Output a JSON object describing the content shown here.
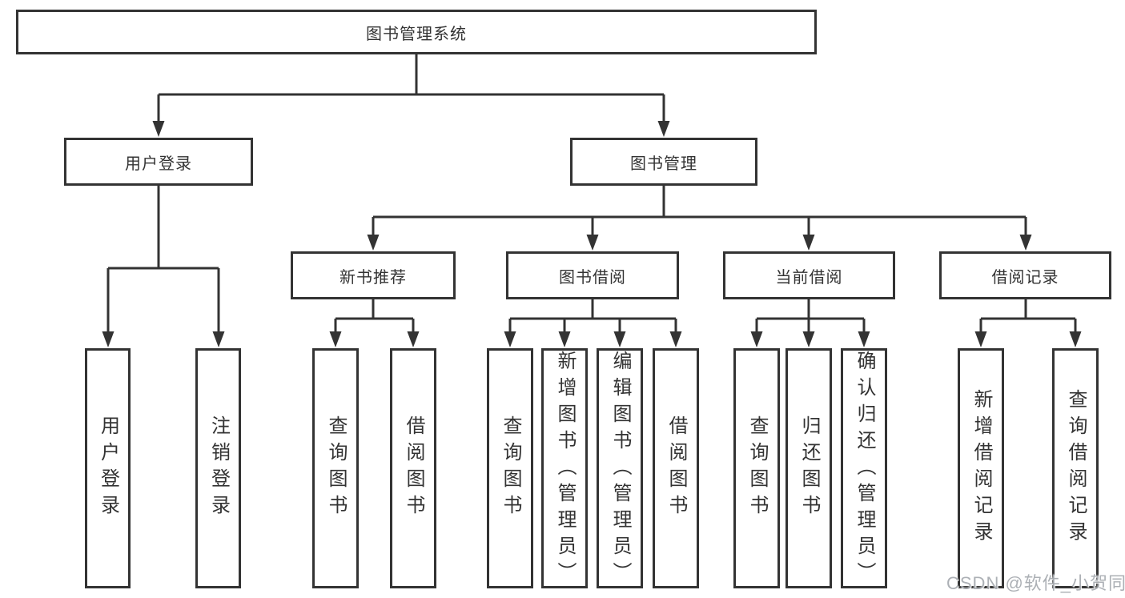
{
  "tree": {
    "root": {
      "label": "图书管理系统",
      "children": [
        {
          "label": "用户登录",
          "children": [
            {
              "label": "用户登录"
            },
            {
              "label": "注销登录"
            }
          ]
        },
        {
          "label": "图书管理",
          "children": [
            {
              "label": "新书推荐",
              "children": [
                {
                  "label": "查询图书"
                },
                {
                  "label": "借阅图书"
                }
              ]
            },
            {
              "label": "图书借阅",
              "children": [
                {
                  "label": "查询图书"
                },
                {
                  "label": "新增图书（管理员）"
                },
                {
                  "label": "编辑图书（管理员）"
                },
                {
                  "label": "借阅图书"
                }
              ]
            },
            {
              "label": "当前借阅",
              "children": [
                {
                  "label": "查询图书"
                },
                {
                  "label": "归还图书"
                },
                {
                  "label": "确认归还（管理员）"
                }
              ]
            },
            {
              "label": "借阅记录",
              "children": [
                {
                  "label": "新增借阅记录"
                },
                {
                  "label": "查询借阅记录"
                }
              ]
            }
          ]
        }
      ]
    }
  },
  "watermark": "CSDN @软件_小贺同学",
  "colors": {
    "line": "#333333",
    "text": "#333333",
    "box_bg": "#ffffff",
    "watermark": "#9ea2a8"
  }
}
